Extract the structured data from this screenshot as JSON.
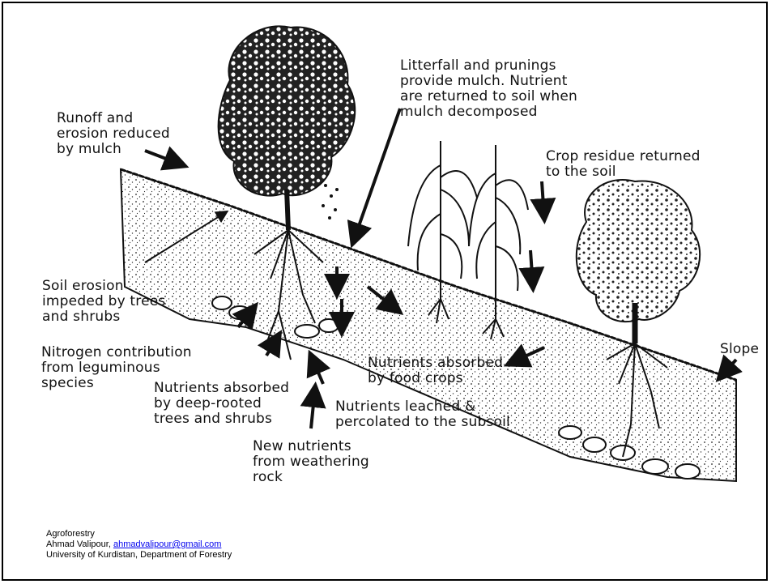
{
  "diagram": {
    "labels": {
      "runoff": "Runoff and\nerosion reduced\nby mulch",
      "litterfall": "Litterfall and prunings\nprovide mulch. Nutrient\nare returned to soil when\nmulch decomposed",
      "crop_residue": "Crop residue returned\nto the soil",
      "soil_erosion": "Soil erosion\nimpeded by trees\nand shrubs",
      "nitrogen": "Nitrogen contribution\nfrom leguminous\nspecies",
      "deep_rooted": "Nutrients absorbed\nby deep-rooted\ntrees and shrubs",
      "leached": "Nutrients leached &\npercolated to the subsoil",
      "food_crops": "Nutrients absorbed\nby food crops",
      "slope": "Slope",
      "weathering": "New nutrients\nfrom weathering\nrock"
    }
  },
  "footer": {
    "course": "Agroforestry",
    "author": "Ahmad Valipour, ",
    "email": "ahmadvalipour@gmail.com",
    "affiliation": "University of Kurdistan, Department of Forestry"
  }
}
